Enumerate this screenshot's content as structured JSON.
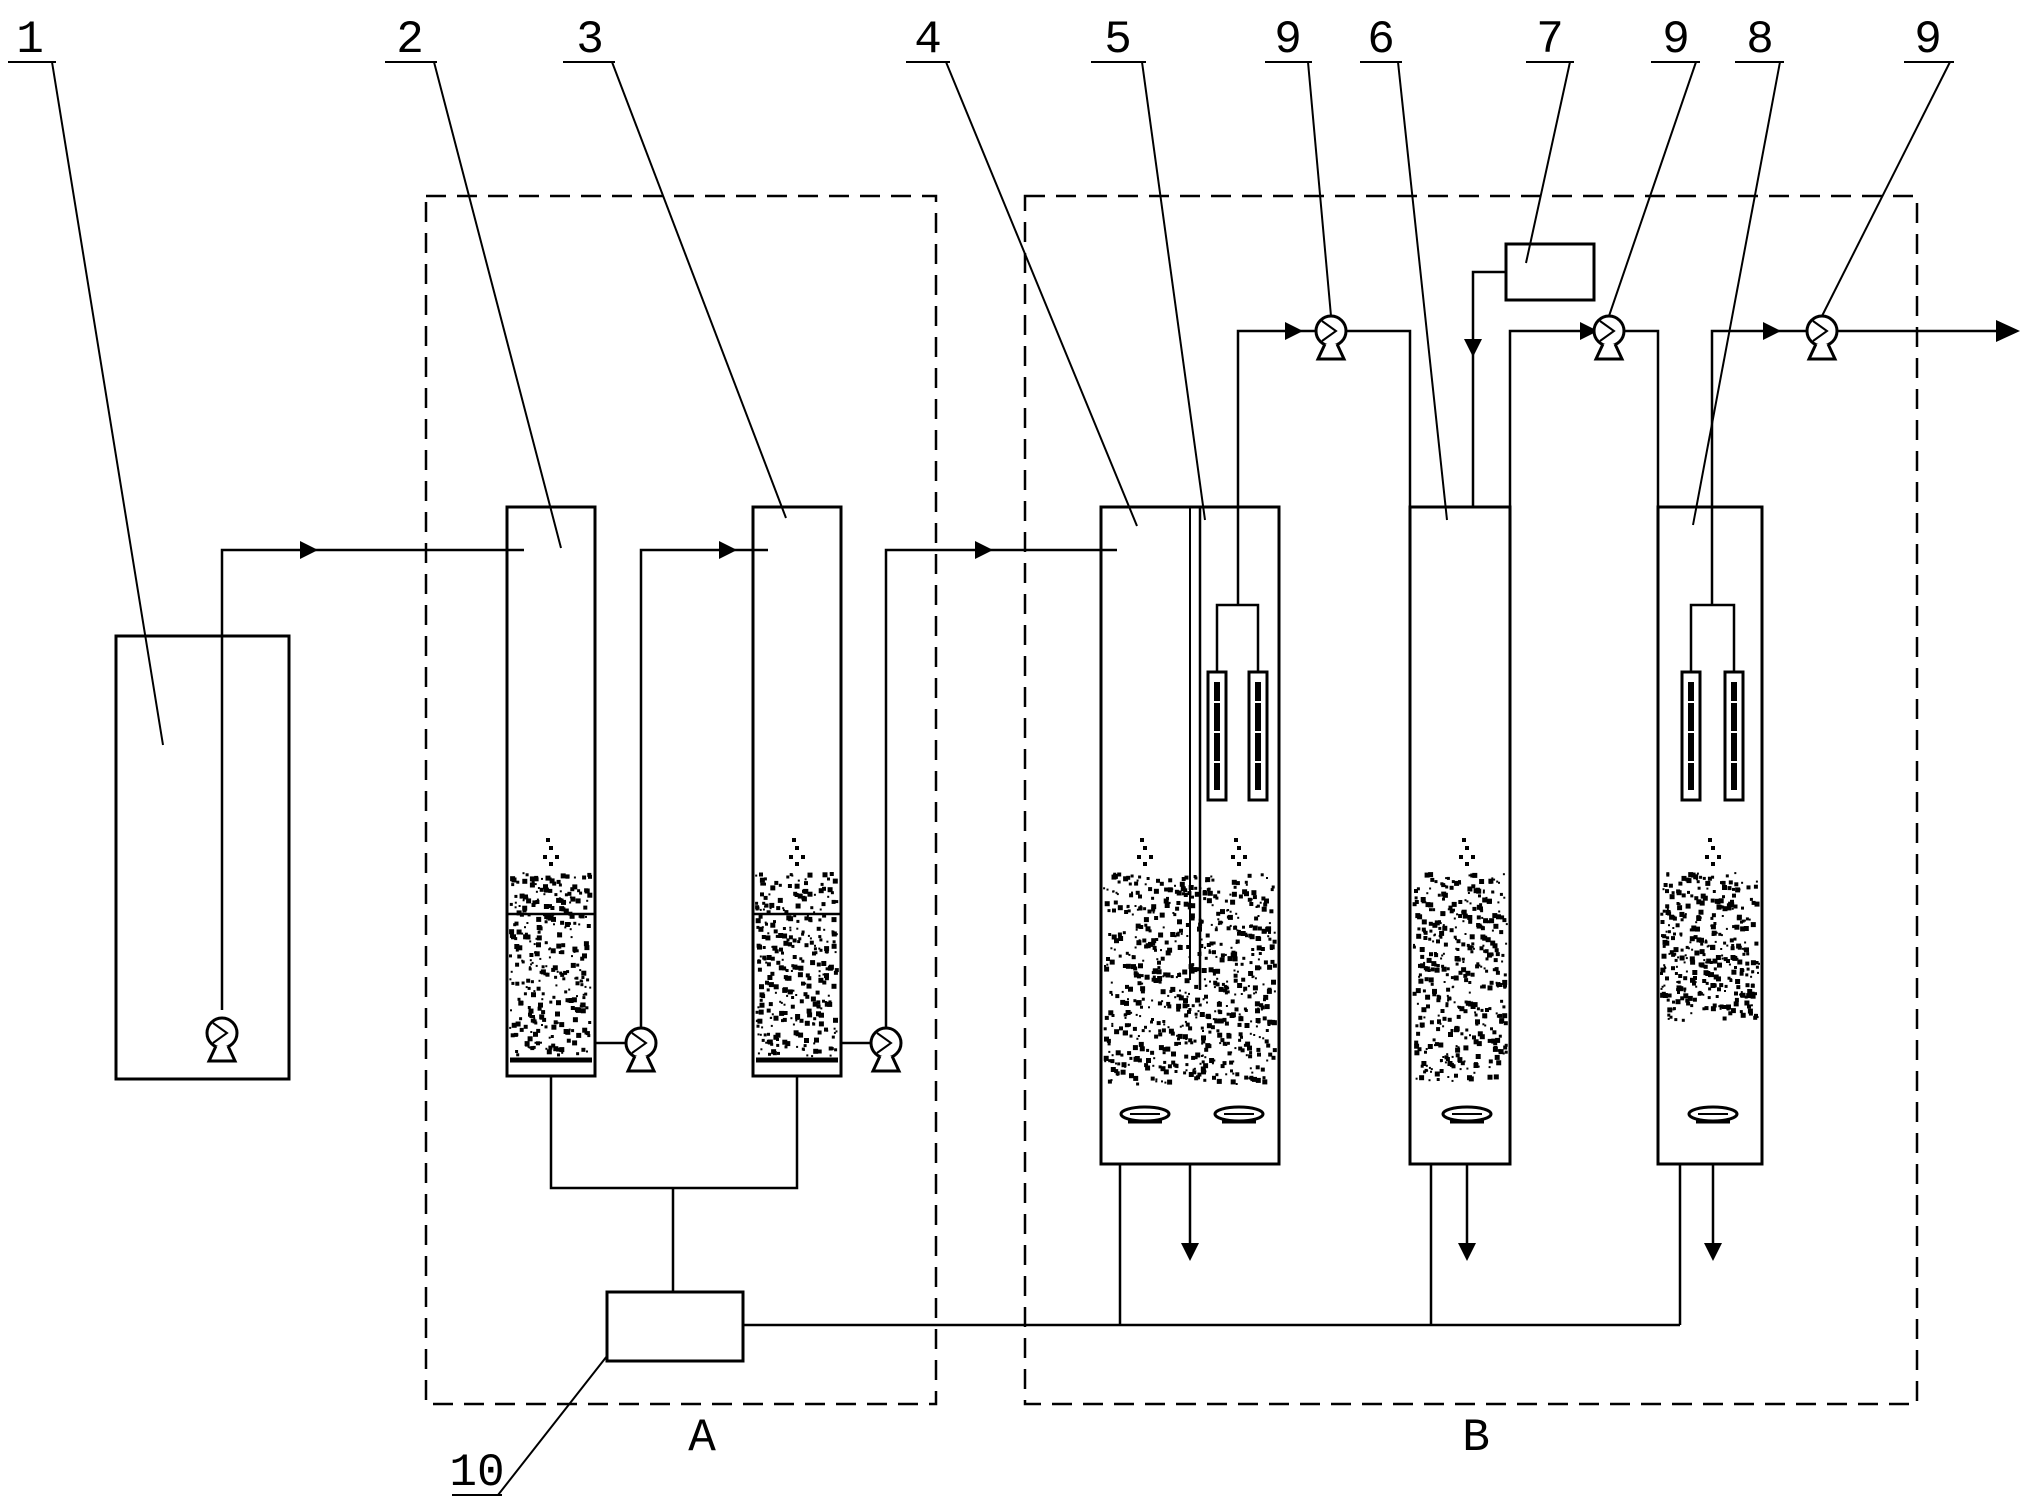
{
  "labels": [
    {
      "id": "1",
      "text": "1"
    },
    {
      "id": "2",
      "text": "2"
    },
    {
      "id": "3",
      "text": "3"
    },
    {
      "id": "4",
      "text": "4"
    },
    {
      "id": "5",
      "text": "5"
    },
    {
      "id": "9a",
      "text": "9"
    },
    {
      "id": "6",
      "text": "6"
    },
    {
      "id": "7",
      "text": "7"
    },
    {
      "id": "9b",
      "text": "9"
    },
    {
      "id": "8",
      "text": "8"
    },
    {
      "id": "9c",
      "text": "9"
    },
    {
      "id": "10",
      "text": "10"
    }
  ],
  "zones": {
    "a": "A",
    "b": "B"
  }
}
